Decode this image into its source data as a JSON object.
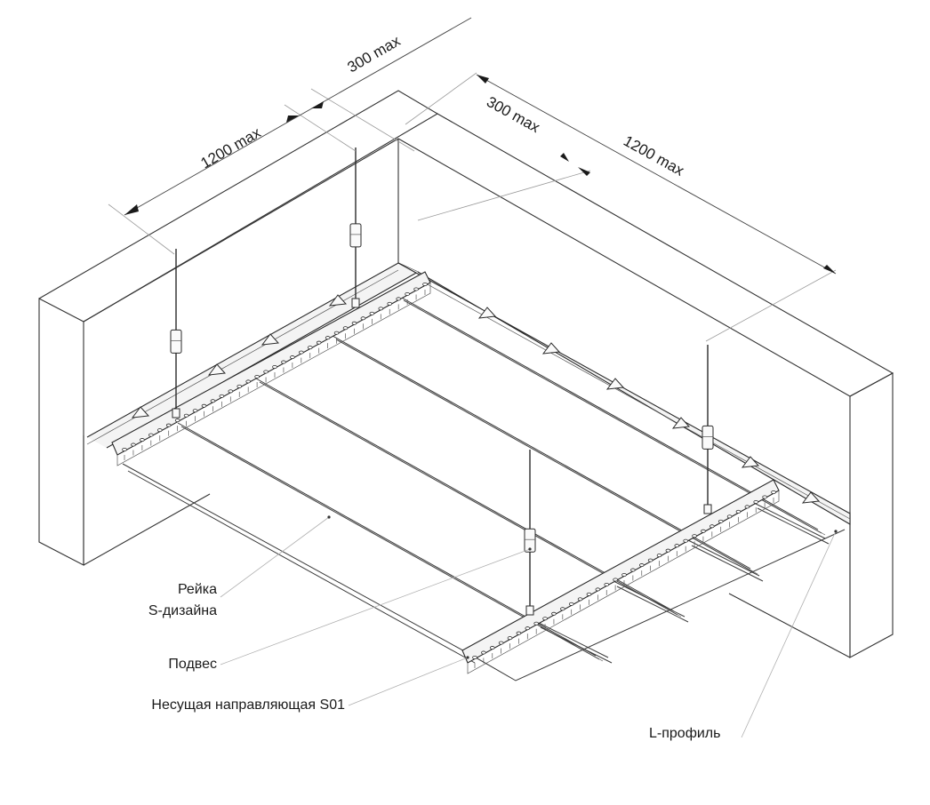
{
  "dimensions": {
    "span_left": "1200 max",
    "edge_left": "300 max",
    "edge_right": "300 max",
    "span_right": "1200 max"
  },
  "labels": {
    "slat_line1": "Рейка",
    "slat_line2": "S-дизайна",
    "hanger": "Подвес",
    "carrier": "Несущая направляющая S01",
    "l_profile": "L-профиль"
  }
}
